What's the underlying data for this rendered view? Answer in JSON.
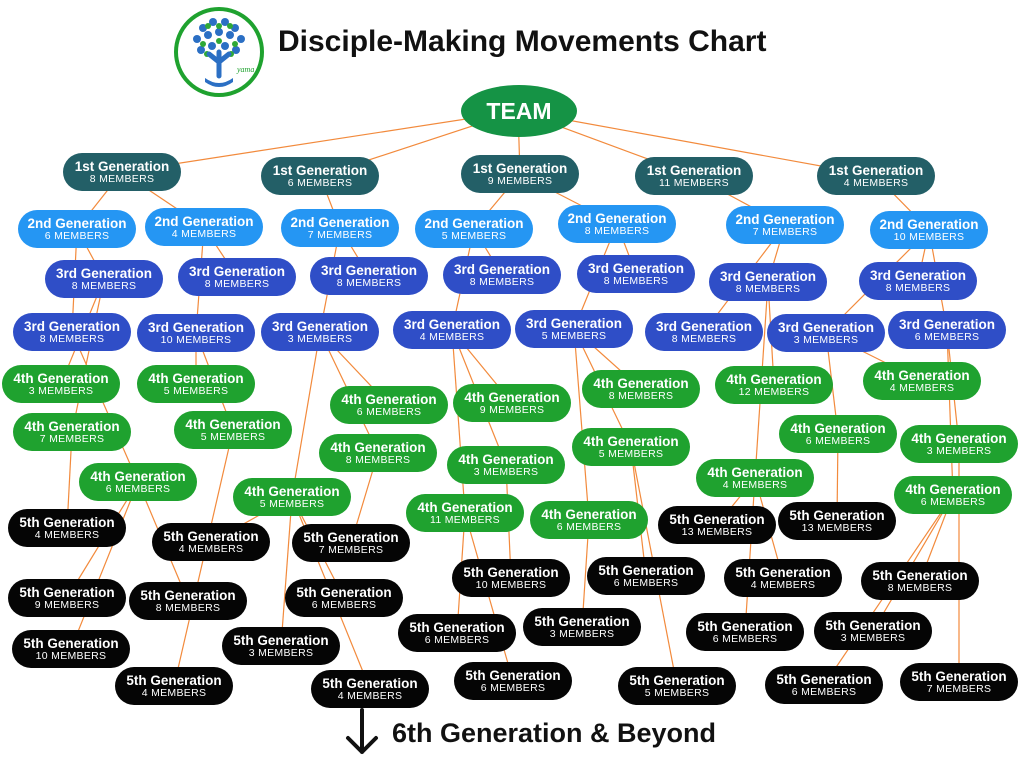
{
  "header": {
    "title": "Disciple-Making Movements Chart",
    "logo_text": "yama"
  },
  "team": {
    "label": "TEAM"
  },
  "footer": {
    "label": "6th Generation & Beyond"
  },
  "colors": {
    "team": "#159345",
    "gen1": "#235f67",
    "gen2": "#2596f3",
    "gen3": "#2f4ec7",
    "gen4": "#1fa22f",
    "gen5": "#050505",
    "link": "#f28a3c"
  },
  "nodes": [
    {
      "id": "A",
      "gen": 1,
      "parent": "team",
      "title": "1st Generation",
      "members": "8 MEMBERS"
    },
    {
      "id": "B",
      "gen": 1,
      "parent": "team",
      "title": "1st Generation",
      "members": "6 MEMBERS"
    },
    {
      "id": "C",
      "gen": 1,
      "parent": "team",
      "title": "1st Generation",
      "members": "9 MEMBERS"
    },
    {
      "id": "D",
      "gen": 1,
      "parent": "team",
      "title": "1st Generation",
      "members": "11 MEMBERS"
    },
    {
      "id": "E",
      "gen": 1,
      "parent": "team",
      "title": "1st Generation",
      "members": "4 MEMBERS"
    },
    {
      "id": "A2a",
      "gen": 2,
      "parent": "A",
      "title": "2nd Generation",
      "members": "6 MEMBERS"
    },
    {
      "id": "A2b",
      "gen": 2,
      "parent": "A",
      "title": "2nd Generation",
      "members": "4 MEMBERS"
    },
    {
      "id": "B2",
      "gen": 2,
      "parent": "B",
      "title": "2nd Generation",
      "members": "7 MEMBERS"
    },
    {
      "id": "C2",
      "gen": 2,
      "parent": "C",
      "title": "2nd Generation",
      "members": "5 MEMBERS"
    },
    {
      "id": "C2b",
      "gen": 2,
      "parent": "C",
      "title": "2nd Generation",
      "members": "8 MEMBERS"
    },
    {
      "id": "D2",
      "gen": 2,
      "parent": "D",
      "title": "2nd Generation",
      "members": "7 MEMBERS"
    },
    {
      "id": "E2",
      "gen": 2,
      "parent": "E",
      "title": "2nd Generation",
      "members": "10 MEMBERS"
    },
    {
      "id": "A3a",
      "gen": 3,
      "parent": "A2a",
      "title": "3rd Generation",
      "members": "8 MEMBERS"
    },
    {
      "id": "A3c",
      "gen": 3,
      "parent": "A2a",
      "title": "3rd Generation",
      "members": "8 MEMBERS"
    },
    {
      "id": "A3b",
      "gen": 3,
      "parent": "A2b",
      "title": "3rd Generation",
      "members": "8 MEMBERS"
    },
    {
      "id": "A3d",
      "gen": 3,
      "parent": "A2b",
      "title": "3rd Generation",
      "members": "10 MEMBERS"
    },
    {
      "id": "B3a",
      "gen": 3,
      "parent": "B2",
      "title": "3rd Generation",
      "members": "8 MEMBERS"
    },
    {
      "id": "B3b",
      "gen": 3,
      "parent": "B2",
      "title": "3rd Generation",
      "members": "3 MEMBERS"
    },
    {
      "id": "C3a",
      "gen": 3,
      "parent": "C2",
      "title": "3rd Generation",
      "members": "8 MEMBERS"
    },
    {
      "id": "C3b",
      "gen": 3,
      "parent": "C2",
      "title": "3rd Generation",
      "members": "4 MEMBERS"
    },
    {
      "id": "C3c",
      "gen": 3,
      "parent": "C2b",
      "title": "3rd Generation",
      "members": "8 MEMBERS"
    },
    {
      "id": "C3d",
      "gen": 3,
      "parent": "C2b",
      "title": "3rd Generation",
      "members": "5 MEMBERS"
    },
    {
      "id": "D3a",
      "gen": 3,
      "parent": "D2",
      "title": "3rd Generation",
      "members": "8 MEMBERS"
    },
    {
      "id": "D3b",
      "gen": 3,
      "parent": "D2",
      "title": "3rd Generation",
      "members": "8 MEMBERS"
    },
    {
      "id": "E3a",
      "gen": 3,
      "parent": "E2",
      "title": "3rd Generation",
      "members": "8 MEMBERS"
    },
    {
      "id": "E3b",
      "gen": 3,
      "parent": "E2",
      "title": "3rd Generation",
      "members": "3 MEMBERS"
    },
    {
      "id": "E3c",
      "gen": 3,
      "parent": "E2",
      "title": "3rd Generation",
      "members": "6 MEMBERS"
    },
    {
      "id": "A4a",
      "gen": 4,
      "parent": "A3a",
      "title": "4th Generation",
      "members": "3 MEMBERS"
    },
    {
      "id": "A4b",
      "gen": 4,
      "parent": "A3a",
      "title": "4th Generation",
      "members": "7 MEMBERS"
    },
    {
      "id": "A4c",
      "gen": 4,
      "parent": "A3d",
      "title": "4th Generation",
      "members": "5 MEMBERS"
    },
    {
      "id": "A4d",
      "gen": 4,
      "parent": "A3d",
      "title": "4th Generation",
      "members": "5 MEMBERS"
    },
    {
      "id": "A4e",
      "gen": 4,
      "parent": "A3c",
      "title": "4th Generation",
      "members": "6 MEMBERS"
    },
    {
      "id": "B4a",
      "gen": 4,
      "parent": "B3b",
      "title": "4th Generation",
      "members": "6 MEMBERS"
    },
    {
      "id": "B4b",
      "gen": 4,
      "parent": "B3b",
      "title": "4th Generation",
      "members": "8 MEMBERS"
    },
    {
      "id": "B4c",
      "gen": 4,
      "parent": "B3b",
      "title": "4th Generation",
      "members": "5 MEMBERS"
    },
    {
      "id": "C4a",
      "gen": 4,
      "parent": "C3b",
      "title": "4th Generation",
      "members": "9 MEMBERS"
    },
    {
      "id": "C4b",
      "gen": 4,
      "parent": "C3b",
      "title": "4th Generation",
      "members": "3 MEMBERS"
    },
    {
      "id": "C4c",
      "gen": 4,
      "parent": "C3b",
      "title": "4th Generation",
      "members": "11 MEMBERS"
    },
    {
      "id": "C4d",
      "gen": 4,
      "parent": "C3d",
      "title": "4th Generation",
      "members": "6 MEMBERS"
    },
    {
      "id": "D4a",
      "gen": 4,
      "parent": "C3d",
      "title": "4th Generation",
      "members": "8 MEMBERS"
    },
    {
      "id": "D4b",
      "gen": 4,
      "parent": "C3d",
      "title": "4th Generation",
      "members": "5 MEMBERS"
    },
    {
      "id": "D4c",
      "gen": 4,
      "parent": "D3a",
      "title": "4th Generation",
      "members": "12 MEMBERS"
    },
    {
      "id": "D4d",
      "gen": 4,
      "parent": "D3a",
      "title": "4th Generation",
      "members": "4 MEMBERS"
    },
    {
      "id": "E4a",
      "gen": 4,
      "parent": "E3b",
      "title": "4th Generation",
      "members": "4 MEMBERS"
    },
    {
      "id": "E4b",
      "gen": 4,
      "parent": "E3b",
      "title": "4th Generation",
      "members": "6 MEMBERS"
    },
    {
      "id": "E4c",
      "gen": 4,
      "parent": "E3c",
      "title": "4th Generation",
      "members": "3 MEMBERS"
    },
    {
      "id": "E4d",
      "gen": 4,
      "parent": "E3c",
      "title": "4th Generation",
      "members": "6 MEMBERS"
    },
    {
      "id": "A5a",
      "gen": 5,
      "parent": "A4b",
      "title": "5th Generation",
      "members": "4 MEMBERS"
    },
    {
      "id": "A5b",
      "gen": 5,
      "parent": "A4e",
      "title": "5th Generation",
      "members": "9 MEMBERS"
    },
    {
      "id": "A5c",
      "gen": 5,
      "parent": "A4e",
      "title": "5th Generation",
      "members": "10 MEMBERS"
    },
    {
      "id": "A5d",
      "gen": 5,
      "parent": "A4e",
      "title": "5th Generation",
      "members": "8 MEMBERS"
    },
    {
      "id": "A5e",
      "gen": 5,
      "parent": "A4d",
      "title": "5th Generation",
      "members": "4 MEMBERS"
    },
    {
      "id": "B5a",
      "gen": 5,
      "parent": "B4c",
      "title": "5th Generation",
      "members": "4 MEMBERS"
    },
    {
      "id": "B5b",
      "gen": 5,
      "parent": "B4b",
      "title": "5th Generation",
      "members": "7 MEMBERS"
    },
    {
      "id": "B5c",
      "gen": 5,
      "parent": "B4c",
      "title": "5th Generation",
      "members": "3 MEMBERS"
    },
    {
      "id": "B5d",
      "gen": 5,
      "parent": "B4c",
      "title": "5th Generation",
      "members": "6 MEMBERS"
    },
    {
      "id": "B5e",
      "gen": 5,
      "parent": "B4c",
      "title": "5th Generation",
      "members": "4 MEMBERS"
    },
    {
      "id": "C5a",
      "gen": 5,
      "parent": "C4b",
      "title": "5th Generation",
      "members": "10 MEMBERS"
    },
    {
      "id": "C5b",
      "gen": 5,
      "parent": "C4c",
      "title": "5th Generation",
      "members": "6 MEMBERS"
    },
    {
      "id": "C5c",
      "gen": 5,
      "parent": "C4c",
      "title": "5th Generation",
      "members": "6 MEMBERS"
    },
    {
      "id": "C5d",
      "gen": 5,
      "parent": "C4d",
      "title": "5th Generation",
      "members": "3 MEMBERS"
    },
    {
      "id": "D5a",
      "gen": 5,
      "parent": "D4b",
      "title": "5th Generation",
      "members": "6 MEMBERS"
    },
    {
      "id": "D5b",
      "gen": 5,
      "parent": "D4b",
      "title": "5th Generation",
      "members": "5 MEMBERS"
    },
    {
      "id": "D5c",
      "gen": 5,
      "parent": "D4d",
      "title": "5th Generation",
      "members": "13 MEMBERS"
    },
    {
      "id": "D5d",
      "gen": 5,
      "parent": "D4d",
      "title": "5th Generation",
      "members": "4 MEMBERS"
    },
    {
      "id": "D5e",
      "gen": 5,
      "parent": "D4d",
      "title": "5th Generation",
      "members": "6 MEMBERS"
    },
    {
      "id": "E5a",
      "gen": 5,
      "parent": "E4b",
      "title": "5th Generation",
      "members": "13 MEMBERS"
    },
    {
      "id": "E5b",
      "gen": 5,
      "parent": "E4d",
      "title": "5th Generation",
      "members": "8 MEMBERS"
    },
    {
      "id": "E5c",
      "gen": 5,
      "parent": "E4d",
      "title": "5th Generation",
      "members": "3 MEMBERS"
    },
    {
      "id": "E5d",
      "gen": 5,
      "parent": "E4d",
      "title": "5th Generation",
      "members": "6 MEMBERS"
    },
    {
      "id": "E5e",
      "gen": 5,
      "parent": "E4c",
      "title": "5th Generation",
      "members": "7 MEMBERS"
    }
  ]
}
